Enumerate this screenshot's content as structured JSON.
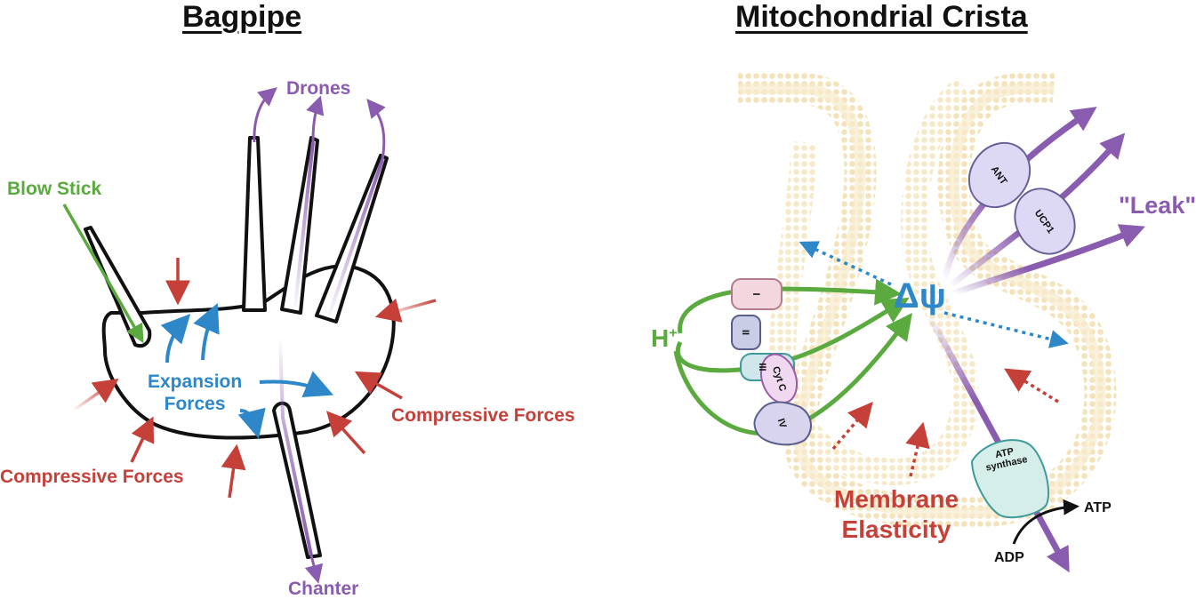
{
  "bagpipe": {
    "title": "Bagpipe",
    "drones_label": "Drones",
    "blow_stick_label": "Blow Stick",
    "expansion_forces_label": "Expansion\nForces",
    "compressive_forces_right_label": "Compressive Forces",
    "compressive_forces_left_label": "Compressive Forces",
    "chanter_label": "Chanter"
  },
  "crista": {
    "title": "Mitochondrial Crista",
    "proton_label": "H",
    "proton_superscript": "+",
    "potential_label": "Δψ",
    "leak_label": "\"Leak\"",
    "membrane_elasticity_label": "Membrane\nElasticity",
    "complex_i": "I",
    "complex_ii": "II",
    "complex_iii": "III",
    "cyt_c": "Cyt C",
    "complex_iv": "IV",
    "ant": "ANT",
    "ucp1": "UCP1",
    "atp_synthase": "ATP\nsynthase",
    "atp": "ATP",
    "adp": "ADP"
  },
  "colors": {
    "purple": "#8a5cb0",
    "green": "#5aaa3f",
    "blue": "#2d87c8",
    "red": "#c6403a",
    "membrane": "#f3dfae",
    "complex_i_fill": "#f4d6de",
    "complex_ii_fill": "#c9cde6",
    "complex_iii_fill": "#cfe6ea",
    "cyt_c_fill": "#f0d8f0",
    "complex_iv_fill": "#d8d4ee",
    "transporter_fill": "#ddd8f3",
    "atp_synthase_fill": "#d6eeea"
  }
}
